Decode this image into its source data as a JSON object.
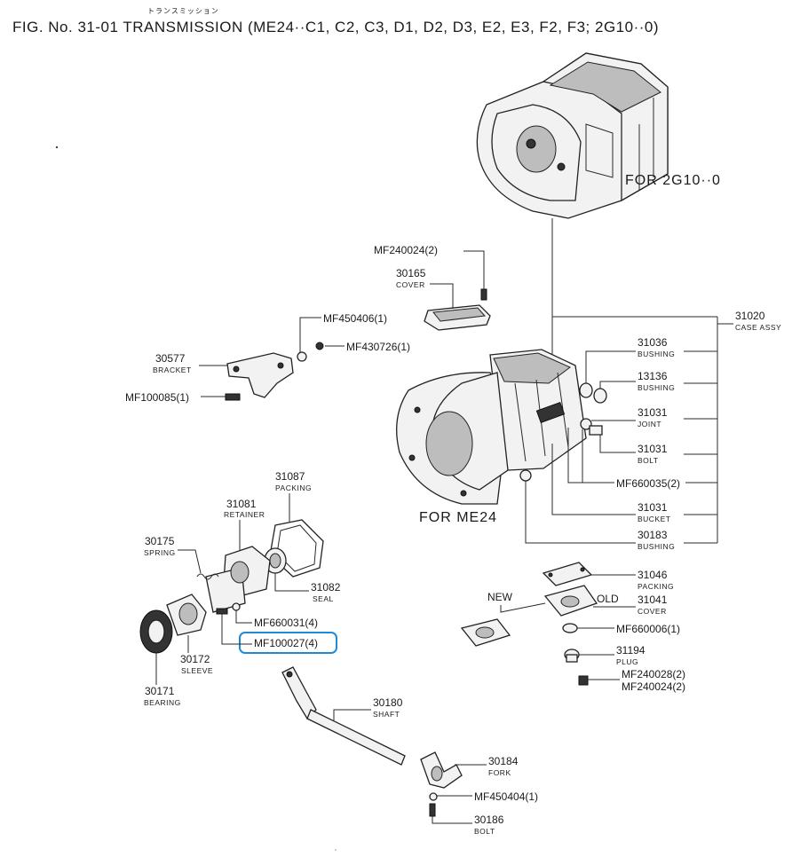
{
  "title": {
    "kana": "トランスミッション",
    "text": "FIG. No. 31-01 TRANSMISSION (ME24··C1, C2, C3, D1, D2, D3, E2, E3, F2, F3; 2G10··0)"
  },
  "variants": {
    "upper": "FOR 2G10··0",
    "lower": "FOR ME24"
  },
  "callouts": {
    "mf240024_2_top": "MF240024(2)",
    "p30165_num": "30165",
    "p30165_name": "COVER",
    "mf450406": "MF450406(1)",
    "mf430726": "MF430726(1)",
    "p30577_num": "30577",
    "p30577_name": "BRACKET",
    "mf100085": "MF100085(1)",
    "p31020_num": "31020",
    "p31020_name": "CASE ASSY",
    "p31036_num": "31036",
    "p31036_name": "BUSHING",
    "p13136_num": "13136",
    "p13136_name": "BUSHING",
    "p31031a_num": "31031",
    "p31031a_name": "JOINT",
    "p31031b_num": "31031",
    "p31031b_name": "BOLT",
    "mf660035": "MF660035(2)",
    "p31031c_num": "31031",
    "p31031c_name": "BUCKET",
    "p30183_num": "30183",
    "p30183_name": "BUSHING",
    "p31087_num": "31087",
    "p31087_name": "PACKING",
    "p31081_num": "31081",
    "p31081_name": "RETAINER",
    "p30175_num": "30175",
    "p30175_name": "SPRING",
    "p31082_num": "31082",
    "p31082_name": "SEAL",
    "mf660031": "MF660031(4)",
    "mf100027": "MF100027(4)",
    "p30172_num": "30172",
    "p30172_name": "SLEEVE",
    "p30171_num": "30171",
    "p30171_name": "BEARING",
    "p30180_num": "30180",
    "p30180_name": "SHAFT",
    "p31046_num": "31046",
    "p31046_name": "PACKING",
    "new_label": "NEW",
    "old_label": "OLD",
    "p31041_num": "31041",
    "p31041_name": "COVER",
    "mf660006": "MF660006(1)",
    "p31194_num": "31194",
    "p31194_name": "PLUG",
    "mf240028": "MF240028(2)",
    "mf240024_2_bottom": "MF240024(2)",
    "p30184_num": "30184",
    "p30184_name": "FORK",
    "mf450404": "MF450404(1)",
    "p30186_num": "30186",
    "p30186_name": "BOLT"
  },
  "highlight": {
    "target": "MF100027(4)",
    "color": "#1e8ad6"
  }
}
